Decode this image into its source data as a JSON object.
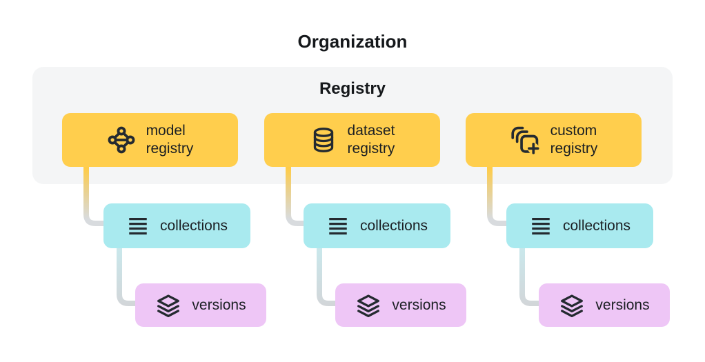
{
  "title": "Organization",
  "registry_group": {
    "label": "Registry"
  },
  "columns": [
    {
      "registry": {
        "line1": "model",
        "line2": "registry",
        "icon": "model-network-icon"
      },
      "collections": {
        "label": "collections",
        "icon": "list-lines-icon"
      },
      "versions": {
        "label": "versions",
        "icon": "layers-stack-icon"
      }
    },
    {
      "registry": {
        "line1": "dataset",
        "line2": "registry",
        "icon": "database-icon"
      },
      "collections": {
        "label": "collections",
        "icon": "list-lines-icon"
      },
      "versions": {
        "label": "versions",
        "icon": "layers-stack-icon"
      }
    },
    {
      "registry": {
        "line1": "custom",
        "line2": "registry",
        "icon": "copy-stack-plus-icon"
      },
      "collections": {
        "label": "collections",
        "icon": "list-lines-icon"
      },
      "versions": {
        "label": "versions",
        "icon": "layers-stack-icon"
      }
    }
  ],
  "colors": {
    "background": "#FFFFFF",
    "registry_group_bg": "#F4F5F6",
    "registry_card_bg": "#FFCE4D",
    "collections_card_bg": "#A9EAEF",
    "versions_card_bg": "#EEC6F6",
    "text": "#1B1F23",
    "icon_stroke": "#242A30",
    "connector_yellow": "#FFCC48",
    "connector_gray": "#D8DBDE",
    "connector_blue": "#C9E8EC"
  }
}
